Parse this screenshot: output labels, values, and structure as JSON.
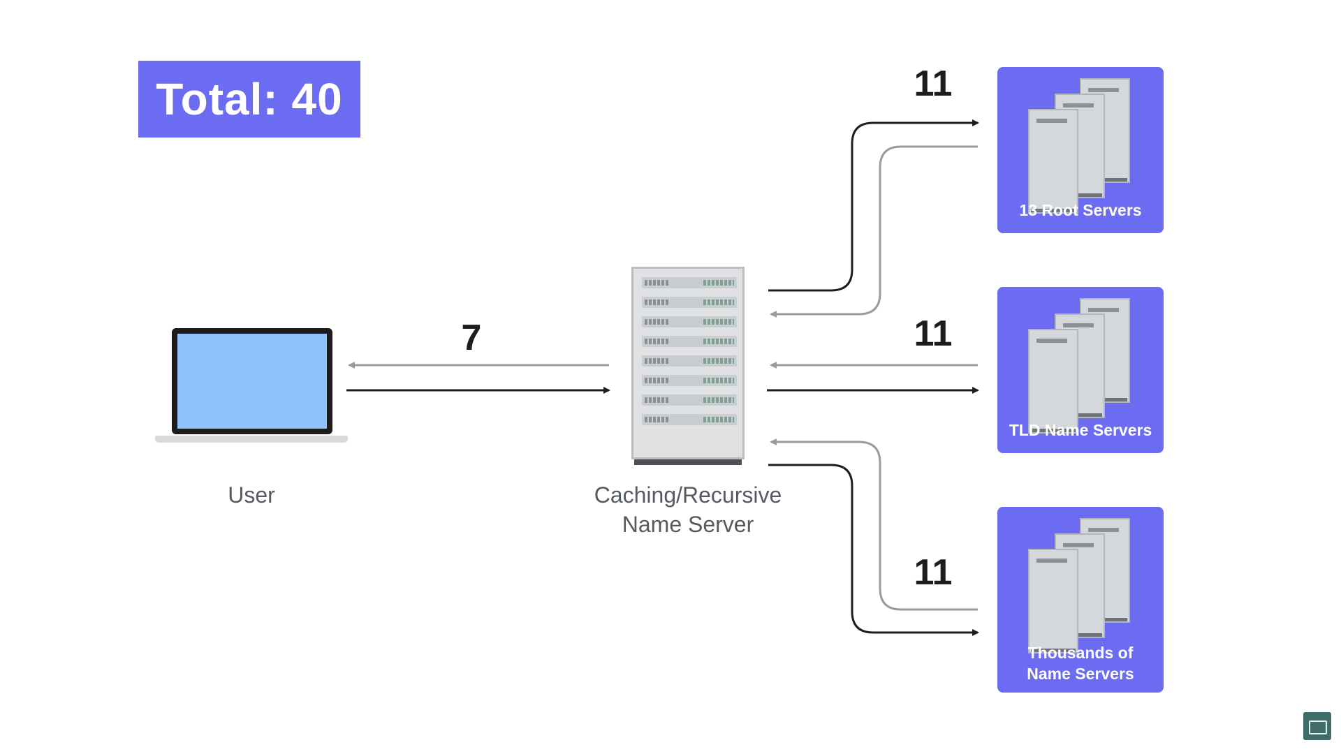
{
  "total": {
    "text": "Total: 40"
  },
  "nodes": {
    "user": {
      "label": "User"
    },
    "cache": {
      "line1": "Caching/Recursive",
      "line2": "Name Server"
    },
    "root": {
      "label": "13 Root Servers"
    },
    "tld": {
      "label": "TLD Name Servers"
    },
    "auth": {
      "line1": "Thousands of",
      "line2": "Name Servers"
    }
  },
  "counts": {
    "user_link": "7",
    "root_link": "11",
    "tld_link": "11",
    "auth_link": "11"
  },
  "colors": {
    "accent": "#6c6cf2",
    "request_arrow": "#1d1d1d",
    "response_arrow": "#9b9b9b",
    "screen": "#8ec4fb"
  }
}
